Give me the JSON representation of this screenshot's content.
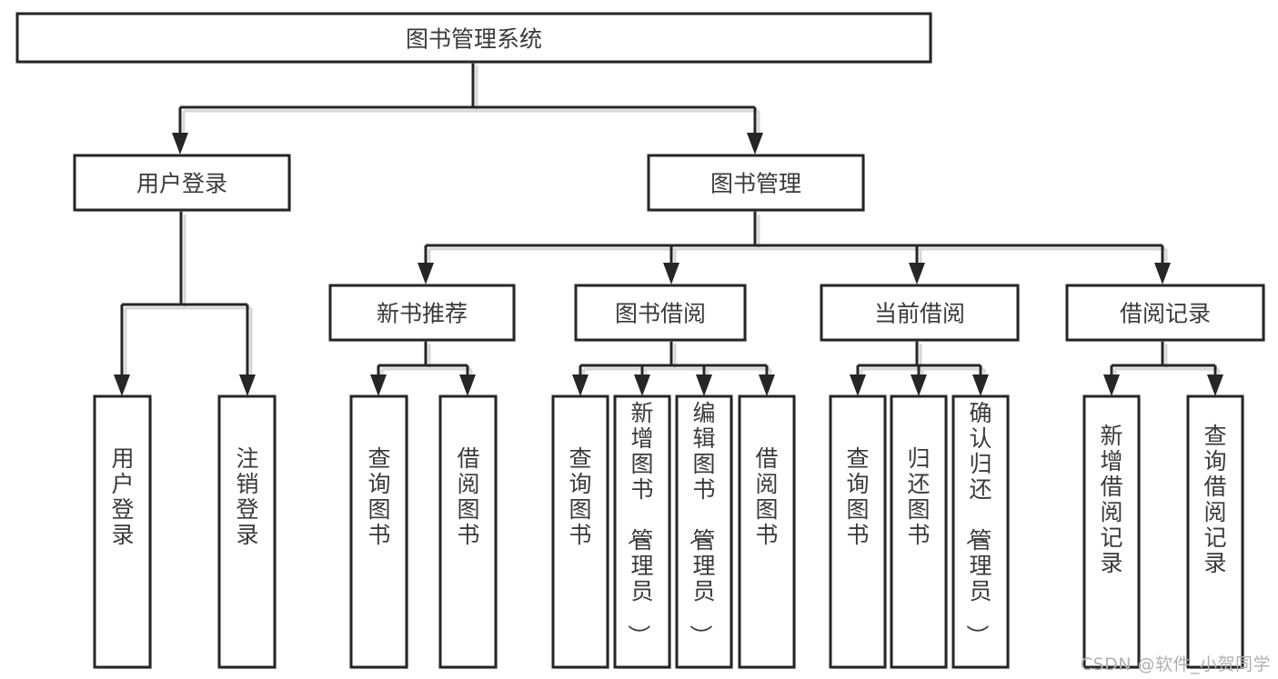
{
  "diagram": {
    "title": "图书管理系统",
    "type": "tree",
    "orientation": "top-down",
    "colors": {
      "stroke": "#262626",
      "fill": "#ffffff",
      "text": "#3a3a3a",
      "shadow": "#b9b9b9",
      "watermark": "#b0b0b0"
    }
  },
  "nodes": {
    "root": {
      "label": "图书管理系统",
      "orientation": "horizontal"
    },
    "level2": [
      {
        "id": "user-login",
        "label": "用户登录",
        "orientation": "horizontal"
      },
      {
        "id": "book-manage",
        "label": "图书管理",
        "orientation": "horizontal"
      }
    ],
    "level3": [
      {
        "id": "new-book-recommend",
        "label": "新书推荐",
        "orientation": "horizontal"
      },
      {
        "id": "book-borrow",
        "label": "图书借阅",
        "orientation": "horizontal"
      },
      {
        "id": "current-borrow",
        "label": "当前借阅",
        "orientation": "horizontal"
      },
      {
        "id": "borrow-record",
        "label": "借阅记录",
        "orientation": "horizontal"
      }
    ],
    "leaves": [
      {
        "id": "leaf-user-login",
        "label": "用户登录",
        "orientation": "vertical",
        "parent": "user-login"
      },
      {
        "id": "leaf-user-logout",
        "label": "注销登录",
        "orientation": "vertical",
        "parent": "user-login"
      },
      {
        "id": "leaf-query-book-1",
        "label": "查询图书",
        "orientation": "vertical",
        "parent": "new-book-recommend"
      },
      {
        "id": "leaf-borrow-book-1",
        "label": "借阅图书",
        "orientation": "vertical",
        "parent": "new-book-recommend"
      },
      {
        "id": "leaf-query-book-2",
        "label": "查询图书",
        "orientation": "vertical",
        "parent": "book-borrow"
      },
      {
        "id": "leaf-add-book",
        "label": "新增图书（管理员）",
        "orientation": "vertical",
        "parent": "book-borrow"
      },
      {
        "id": "leaf-edit-book",
        "label": "编辑图书（管理员）",
        "orientation": "vertical",
        "parent": "book-borrow"
      },
      {
        "id": "leaf-borrow-book-2",
        "label": "借阅图书",
        "orientation": "vertical",
        "parent": "book-borrow"
      },
      {
        "id": "leaf-query-book-3",
        "label": "查询图书",
        "orientation": "vertical",
        "parent": "current-borrow"
      },
      {
        "id": "leaf-return-book",
        "label": "归还图书",
        "orientation": "vertical",
        "parent": "current-borrow"
      },
      {
        "id": "leaf-confirm-return",
        "label": "确认归还（管理员）",
        "orientation": "vertical",
        "parent": "current-borrow"
      },
      {
        "id": "leaf-add-record",
        "label": "新增借阅记录",
        "orientation": "vertical",
        "parent": "borrow-record"
      },
      {
        "id": "leaf-query-record",
        "label": "查询借阅记录",
        "orientation": "vertical",
        "parent": "borrow-record"
      }
    ]
  },
  "watermark": {
    "text": "CSDN @软件_小贺同学"
  }
}
